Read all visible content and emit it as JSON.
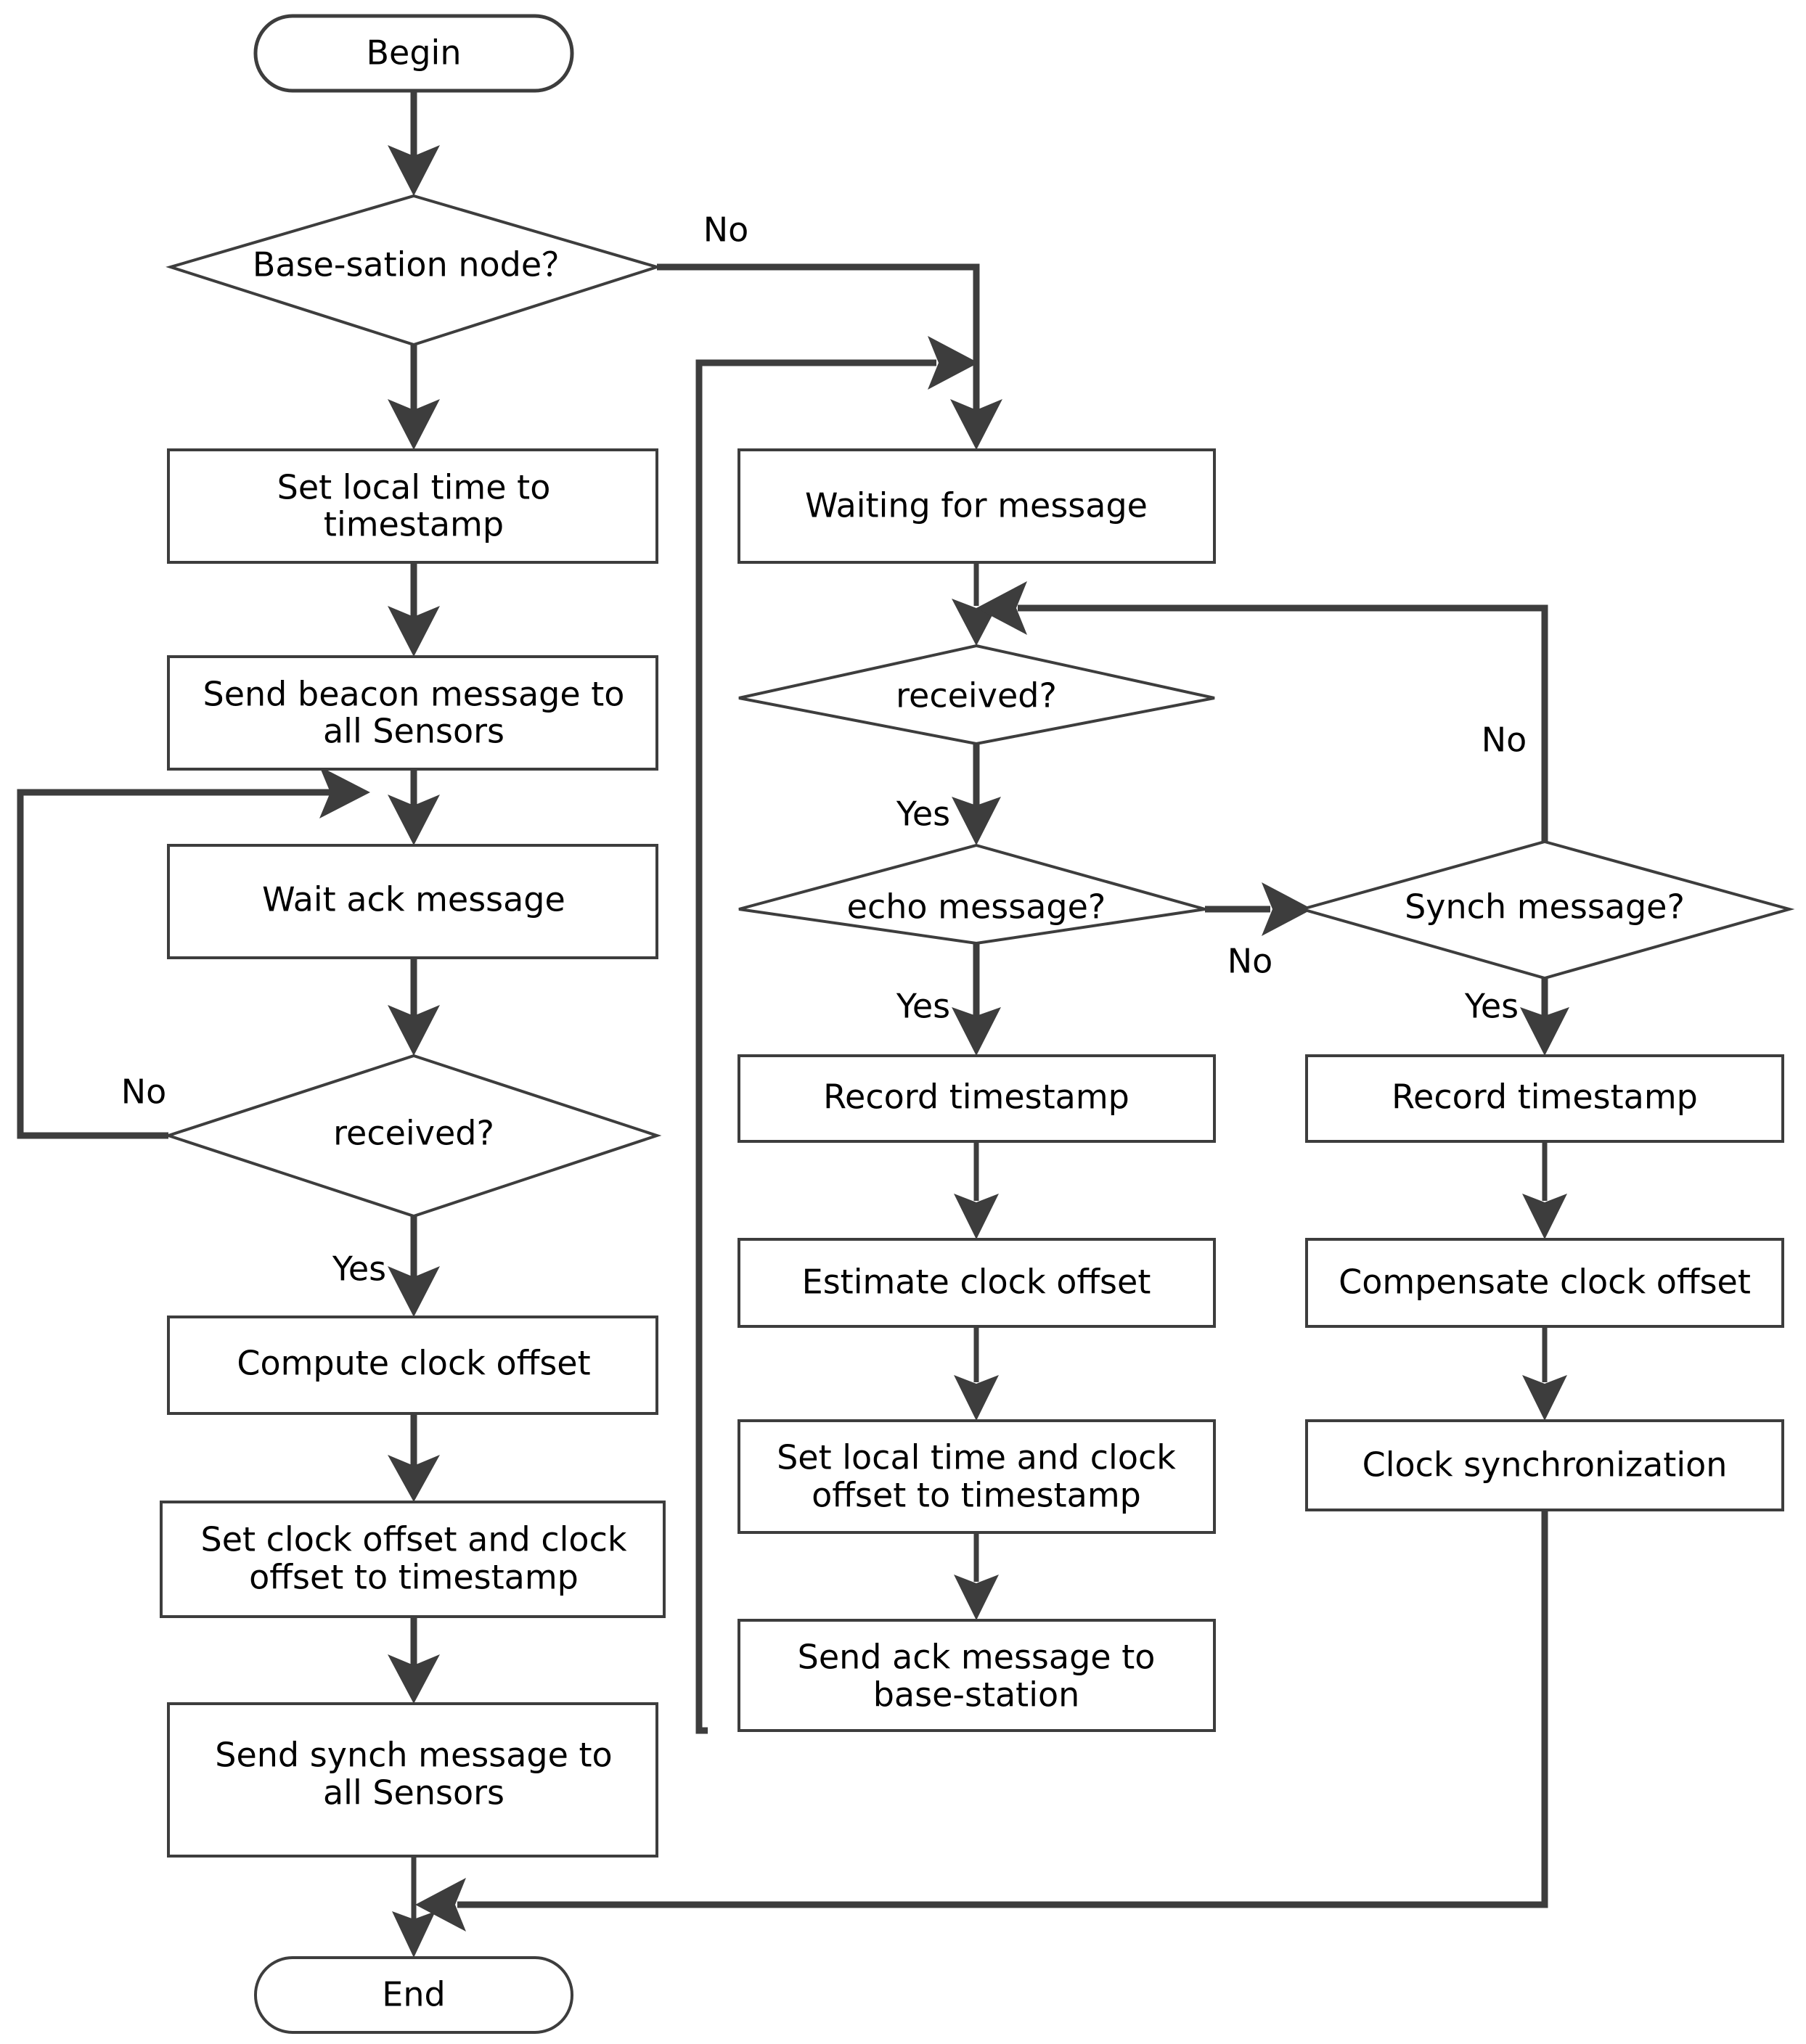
{
  "diagram": {
    "title": "Clock synchronization protocol flowchart",
    "stroke_color": "#3d3d3d",
    "text_color": "#000000",
    "background": "#ffffff"
  },
  "nodes": {
    "begin": {
      "label": "Begin",
      "shape": "terminator"
    },
    "base_station_node": {
      "label": "Base-sation node？",
      "shape": "decision"
    },
    "set_local_time": {
      "line1": "Set local time to",
      "line2": "timestamp",
      "shape": "process"
    },
    "send_beacon": {
      "line1": "Send beacon message to",
      "line2": "all Sensors",
      "shape": "process"
    },
    "wait_ack": {
      "label": "Wait ack message",
      "shape": "process"
    },
    "received_left": {
      "label": "received?",
      "shape": "decision"
    },
    "compute_clock_offset": {
      "label": "Compute clock offset",
      "shape": "process"
    },
    "set_clock_offset": {
      "line1": "Set clock offset and clock",
      "line2": "offset to timestamp",
      "shape": "process"
    },
    "send_synch": {
      "line1": "Send synch message to",
      "line2": "all Sensors",
      "shape": "process"
    },
    "end": {
      "label": "End",
      "shape": "terminator"
    },
    "waiting_for_message": {
      "label": "Waiting for message",
      "shape": "process"
    },
    "received_mid": {
      "label": "received?",
      "shape": "decision"
    },
    "echo_message": {
      "label": "echo message?",
      "shape": "decision"
    },
    "record_timestamp_mid": {
      "label": "Record timestamp",
      "shape": "process"
    },
    "estimate_clock_offset": {
      "label": "Estimate clock offset",
      "shape": "process"
    },
    "set_local_time_and_clock": {
      "line1": "Set local time and clock",
      "line2": "offset to timestamp",
      "shape": "process"
    },
    "send_ack": {
      "line1": "Send ack message to",
      "line2": "base-station",
      "shape": "process"
    },
    "synch_message": {
      "label": "Synch message?",
      "shape": "decision"
    },
    "record_timestamp_right": {
      "label": "Record timestamp",
      "shape": "process"
    },
    "compensate_clock_offset": {
      "label": "Compensate clock offset",
      "shape": "process"
    },
    "clock_synchronization": {
      "label": "Clock synchronization",
      "shape": "process"
    }
  },
  "edge_labels": {
    "base_station_no": "No",
    "received_left_no": "No",
    "received_left_yes": "Yes",
    "received_mid_yes": "Yes",
    "echo_message_yes": "Yes",
    "echo_message_no": "No",
    "synch_message_no": "No",
    "synch_message_yes": "Yes"
  }
}
